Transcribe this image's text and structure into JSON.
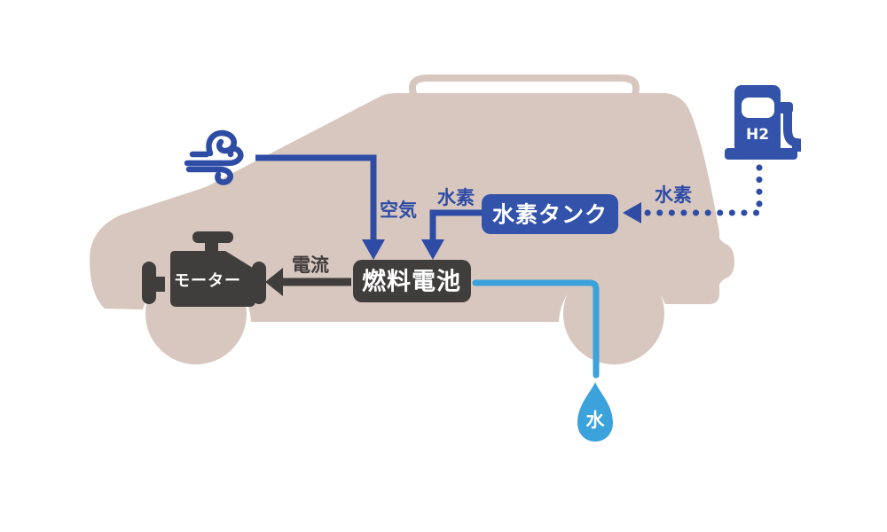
{
  "colors": {
    "background": "#FFFFFF",
    "car_body": "#D8C7BE",
    "accent_blue": "#2E4CA6",
    "box_blue": "#3352A9",
    "dark_gray": "#403D3D",
    "water_blue": "#3BA2DB",
    "text_white": "#FFFFFF"
  },
  "diagram": {
    "flow_labels": {
      "air": "空気",
      "hydrogen_tank_to_cell": "水素",
      "hydrogen_station_supply": "水素",
      "electric_current": "電流"
    },
    "components": {
      "hydrogen_tank": "水素タンク",
      "fuel_cell": "燃料電池",
      "motor": "モーター",
      "station": "H2",
      "water": "水"
    }
  }
}
